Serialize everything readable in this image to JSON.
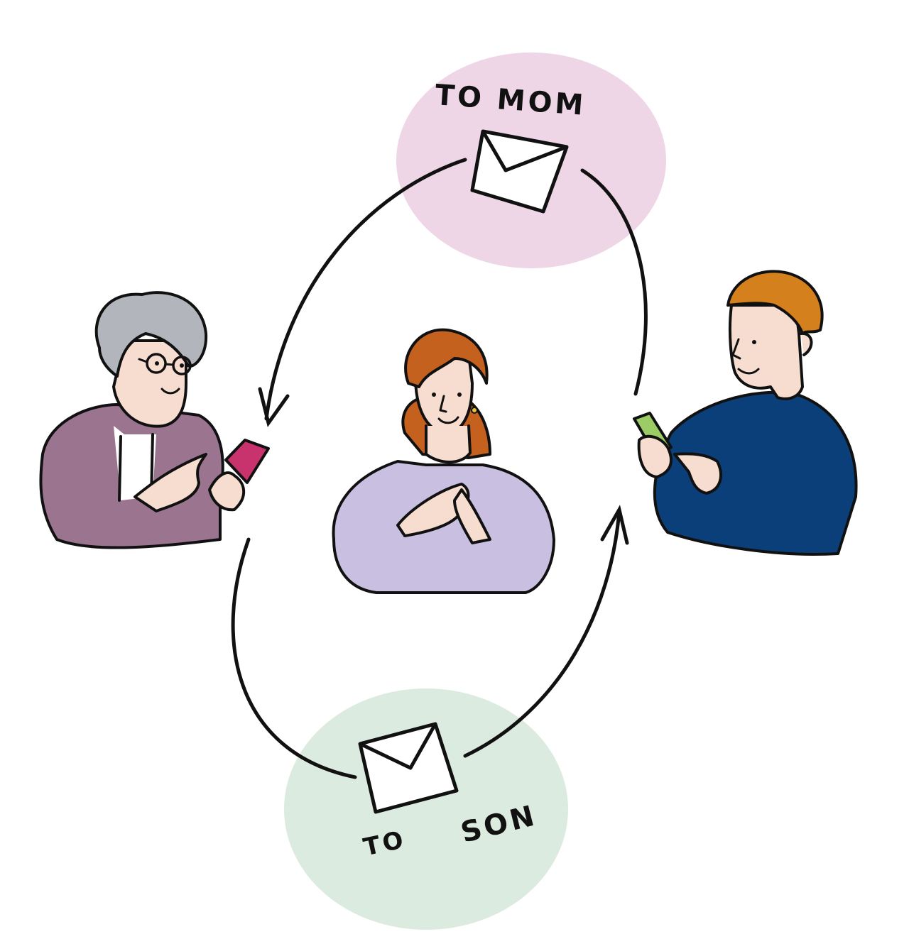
{
  "labels": {
    "to_mom": "TO MOM",
    "to_son_to": "TO",
    "to_son_son": "SON"
  },
  "colors": {
    "mom_bubble": "#eed6e7",
    "son_bubble": "#dcebdf",
    "ink": "#111111",
    "grandma_cardigan": "#9b7490",
    "grandma_hair": "#b3b5bd",
    "grandma_phone": "#c9336d",
    "center_sweater": "#c9bfe0",
    "center_hair": "#c4611f",
    "son_sweater": "#0b3f7a",
    "son_hair": "#d4801c",
    "son_phone": "#9ccc65",
    "skin": "#f7ddd0",
    "envelope": "#ffffff"
  },
  "people": [
    {
      "role": "grandmother",
      "description": "Grandmother with gray hair and glasses holding pink phone"
    },
    {
      "role": "mother",
      "description": "Woman with red hair in lavender sweater, hands clasped"
    },
    {
      "role": "son",
      "description": "Young man with orange hair in navy sweater holding green phone"
    }
  ],
  "flows": [
    {
      "from": "son",
      "to": "grandmother",
      "via": "envelope",
      "label": "TO MOM"
    },
    {
      "from": "grandmother",
      "to": "son",
      "via": "envelope",
      "label": "TO SON"
    }
  ]
}
